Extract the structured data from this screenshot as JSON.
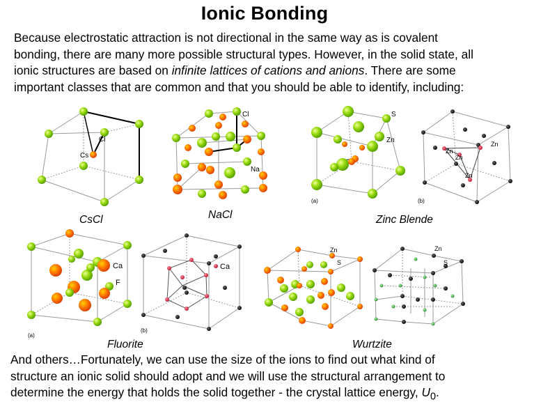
{
  "slide": {
    "title": "Ionic Bonding",
    "intro": {
      "line1": "Because electrostatic attraction is not directional in the same way as is covalent",
      "line2": "bonding, there are many more possible structural types.  However, in the solid state, all",
      "line3_a": "ionic structures are based on ",
      "line3_em": "infinite lattices of cations and anions",
      "line3_b": ".  There are some",
      "line4": "important classes that are common and that you should be able to identify, including:"
    },
    "captions": {
      "cscl": "CsCl",
      "nacl": "NaCl",
      "zinc_blende": "Zinc Blende",
      "fluorite": "Fluorite",
      "wurtzite": "Wurtzite"
    },
    "labels": {
      "cl": "Cl",
      "cs": "Cs",
      "na": "Na",
      "s": "S",
      "zn": "Zn",
      "ca": "Ca",
      "f": "F",
      "a": "(a)",
      "b": "(b)"
    },
    "outro": {
      "line1": "And others…Fortunately, we can use the size of the ions to find out what kind of",
      "line2": "structure an ionic solid should adopt and we will use the structural arrangement to",
      "line3_a": "determine the energy that holds the solid together - the crystal lattice energy, ",
      "line3_u": "U",
      "line3_sub": "0",
      "line3_end": "."
    },
    "colors": {
      "green_atom": "#8fd400",
      "orange_atom": "#ff6a00",
      "red_atom": "#d8203a",
      "black_atom": "#111111",
      "small_green_atom": "#3ab54a",
      "edge": "#9a9a9a"
    }
  }
}
